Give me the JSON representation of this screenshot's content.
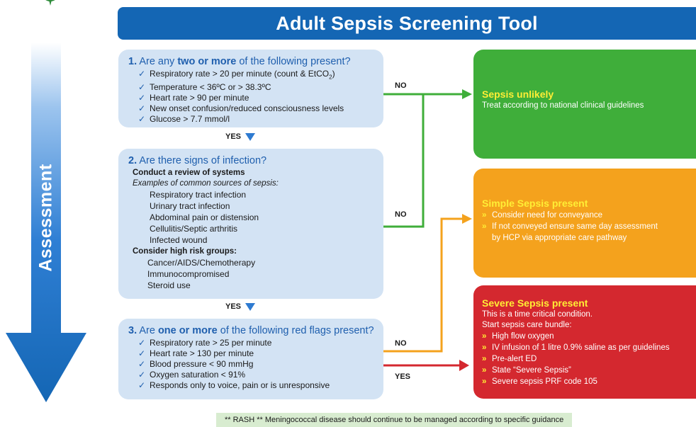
{
  "title": "Adult Sepsis Screening Tool",
  "side_label": "Assessment",
  "colors": {
    "title_bar": "#1466b4",
    "question_box": "#d3e3f4",
    "unlikely": "#3fae3a",
    "simple": "#f4a21d",
    "severe": "#d4282f",
    "heading_yellow": "#ffee35"
  },
  "q1": {
    "num": "1.",
    "pre": "Are any",
    "bold": "two or more",
    "post": "of the following present?",
    "items": [
      "Respiratory rate > 20 per minute (count & EtCO",
      "Temperature < 36ºC or > 38.3ºC",
      "Heart rate > 90 per minute",
      "New onset confusion/reduced consciousness levels",
      "Glucose > 7.7 mmol/l"
    ],
    "item0_sub": "2",
    "item0_end": ")"
  },
  "yes1": "YES",
  "q2": {
    "num": "2.",
    "title": "Are there signs of infection?",
    "review": "Conduct a review of systems",
    "examples": "Examples of common sources of sepsis:",
    "sources": [
      "Respiratory tract infection",
      "Urinary tract infection",
      "Abdominal pain or distension",
      "Cellulitis/Septic arthritis",
      "Infected wound"
    ],
    "risk_head": "Consider high risk groups:",
    "risk_groups": [
      "Cancer/AIDS/Chemotherapy",
      "Immunocompromised",
      "Steroid use"
    ]
  },
  "yes2": "YES",
  "q3": {
    "num": "3.",
    "pre": "Are",
    "bold": "one or more",
    "post": "of the following red flags present?",
    "items": [
      "Respiratory rate > 25 per minute",
      "Heart rate > 130 per minute",
      "Blood pressure < 90 mmHg",
      "Oxygen saturation < 91%",
      "Responds only to voice, pain or is unresponsive"
    ]
  },
  "arrows": {
    "no1": "NO",
    "no2": "NO",
    "no3": "NO",
    "yes3": "YES"
  },
  "outcome_unlikely": {
    "heading": "Sepsis unlikely",
    "text": "Treat according to national clinical guidelines"
  },
  "outcome_simple": {
    "heading": "Simple Sepsis present",
    "items": [
      "Consider need for conveyance",
      "If not conveyed ensure same day assessment"
    ],
    "item1_cont": "by HCP via appropriate care pathway"
  },
  "outcome_severe": {
    "heading": "Severe Sepsis present",
    "line1": "This is a time critical condition.",
    "line2": "Start sepsis care bundle:",
    "items": [
      "High flow oxygen",
      "IV infusion of 1 litre 0.9% saline as per guidelines",
      "Pre-alert ED",
      "State “Severe Sepsis”",
      "Severe sepsis PRF code 105"
    ]
  },
  "footnote": "** RASH ** Meningococcal disease should continue to be managed according to specific guidance"
}
